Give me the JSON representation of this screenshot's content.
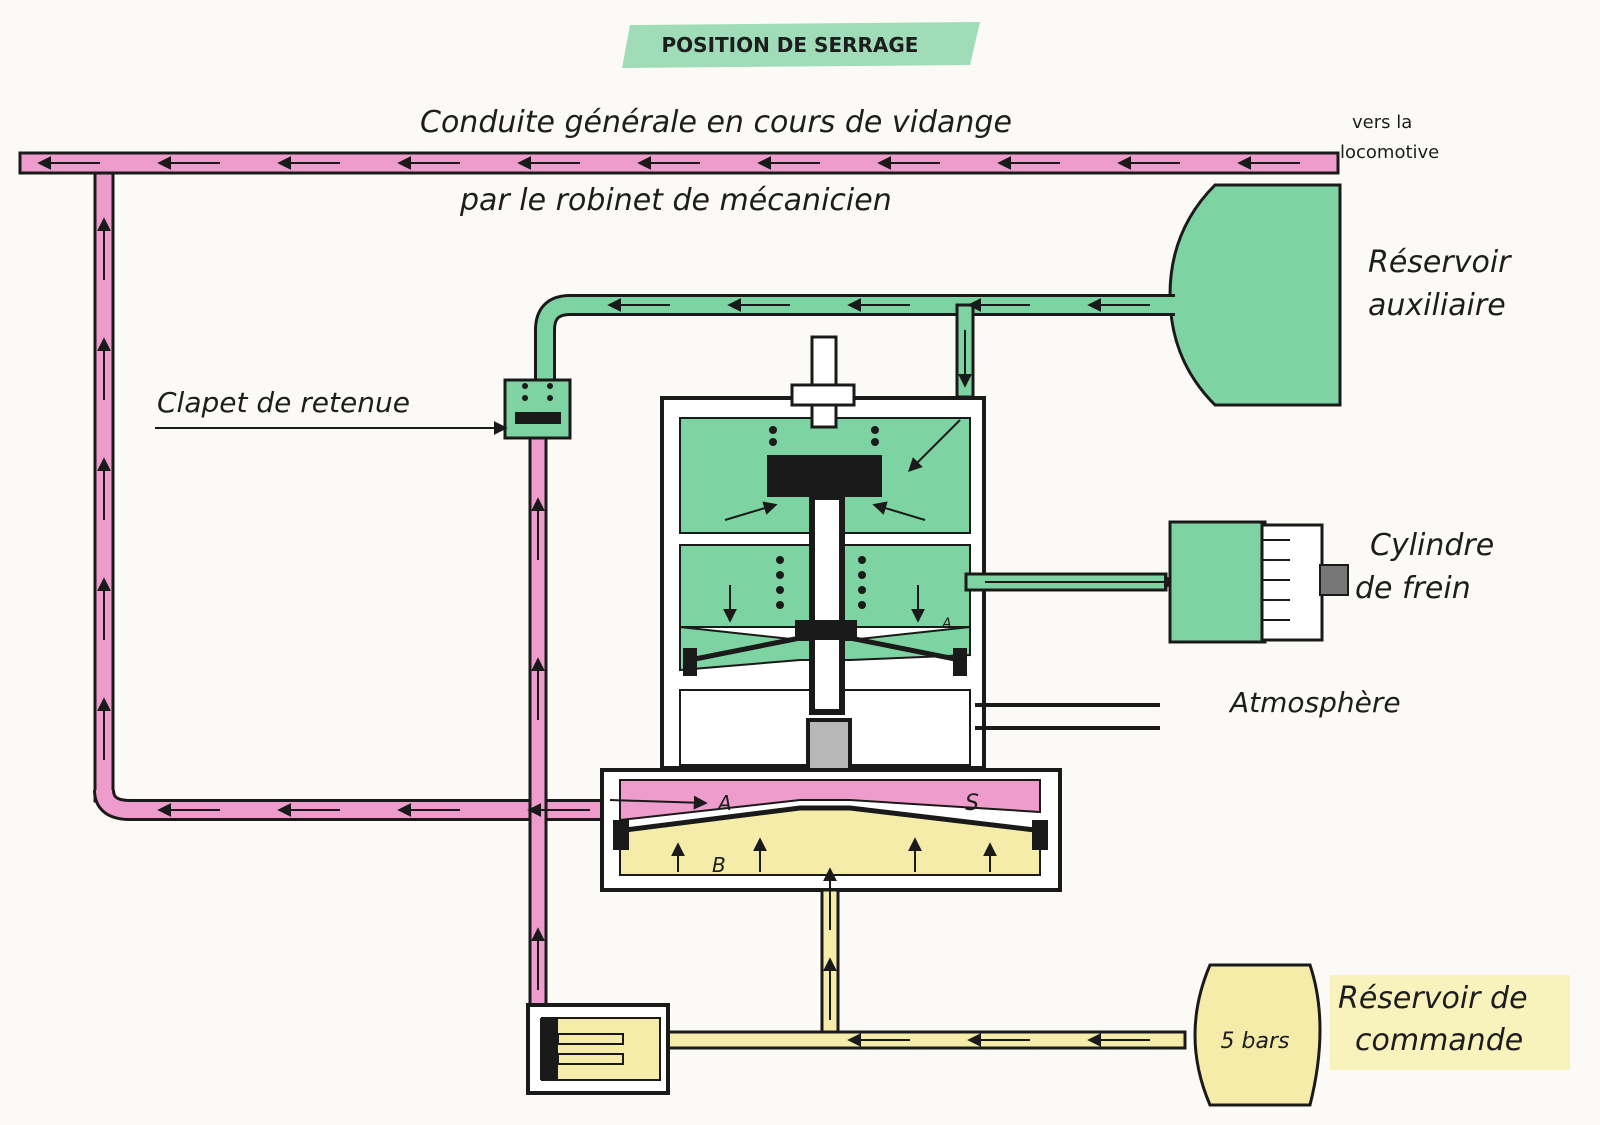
{
  "title": "POSITION DE SERRAGE",
  "labels": {
    "cg_line1": "Conduite générale en cours de vidange",
    "cg_line2": "par le robinet de mécanicien",
    "vers_1": "vers la",
    "vers_2": "locomotive",
    "res_aux_1": "Réservoir",
    "res_aux_2": "auxiliaire",
    "clapet": "Clapet de retenue",
    "cyl_1": "Cylindre",
    "cyl_2": "de frein",
    "atmos": "Atmosphère",
    "res_cmd_1": "Réservoir de",
    "res_cmd_2": "commande",
    "pressure": "5 bars",
    "chamber_a_top": "A",
    "chamber_a": "A",
    "chamber_s": "S",
    "chamber_b": "B"
  },
  "colors": {
    "conduite": "#ee9ccc",
    "auxiliaire": "#7dd4a2",
    "commande": "#f5ecaa",
    "outline": "#1a1a1a",
    "title_bg": "#9fdcb7"
  }
}
